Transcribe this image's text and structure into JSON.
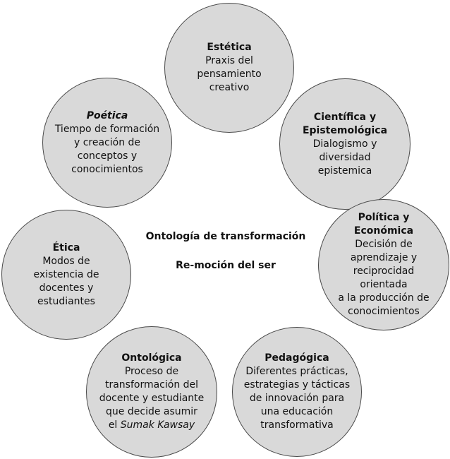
{
  "center": {
    "line1": "Ontología de transformación",
    "line2": "Re-moción del ser"
  },
  "nodes": {
    "estetica": {
      "title": "Estética",
      "desc": "Praxis del\npensamiento\ncreativo"
    },
    "cientifica": {
      "title": "Científica y\nEpistemológica",
      "desc": "Dialogismo y\ndiversidad\nepistemica"
    },
    "politica": {
      "title": "Política y\nEconómica",
      "desc": "Decisión de\naprendizaje y\nreciprocidad orientada\na la producción de\nconocimientos"
    },
    "pedagogica": {
      "title": "Pedagógica",
      "desc": "Diferentes prácticas,\nestrategias y tácticas\nde innovación para\nuna educación\ntransformativa"
    },
    "ontologica": {
      "title": "Ontológica",
      "desc_main": "Proceso de\ntransformación del\ndocente y estudiante\nque decide asumir\nel ",
      "desc_italic": "Sumak Kawsay"
    },
    "etica": {
      "title": "Ética",
      "desc": "Modos de\nexistencia de\ndocentes y\nestudiantes"
    },
    "poetica": {
      "title": "Poética",
      "desc": "Tiempo de formación\ny creación de\nconceptos y\nconocimientos"
    }
  }
}
